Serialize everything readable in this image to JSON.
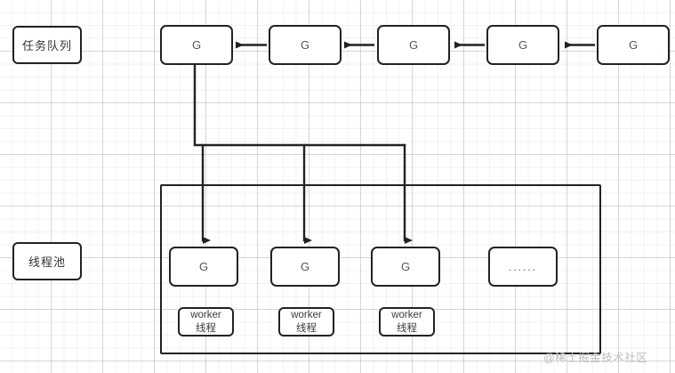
{
  "diagram": {
    "title": "Goroutine task queue and thread pool schematic",
    "colors": {
      "stroke": "#222222",
      "text": "#3a3a3a",
      "grid_major": "#8c96a0",
      "grid_minor": "#aab2bc",
      "watermark": "#b9bcc1",
      "background": "#ffffff"
    },
    "labels": [
      {
        "name": "task-queue-label",
        "text": "任务队列"
      },
      {
        "name": "thread-pool-label",
        "text": "线程池"
      }
    ],
    "queue_nodes": [
      {
        "text": "G"
      },
      {
        "text": "G"
      },
      {
        "text": "G"
      },
      {
        "text": "G"
      },
      {
        "text": "G"
      }
    ],
    "pool_nodes": [
      {
        "text": "G"
      },
      {
        "text": "G"
      },
      {
        "text": "G"
      },
      {
        "text": "......"
      }
    ],
    "worker_nodes": [
      {
        "line1": "worker",
        "line2": "线程"
      },
      {
        "line1": "worker",
        "line2": "线程"
      },
      {
        "line1": "worker",
        "line2": "线程"
      }
    ],
    "watermark": "@稀土掘金技术社区"
  }
}
